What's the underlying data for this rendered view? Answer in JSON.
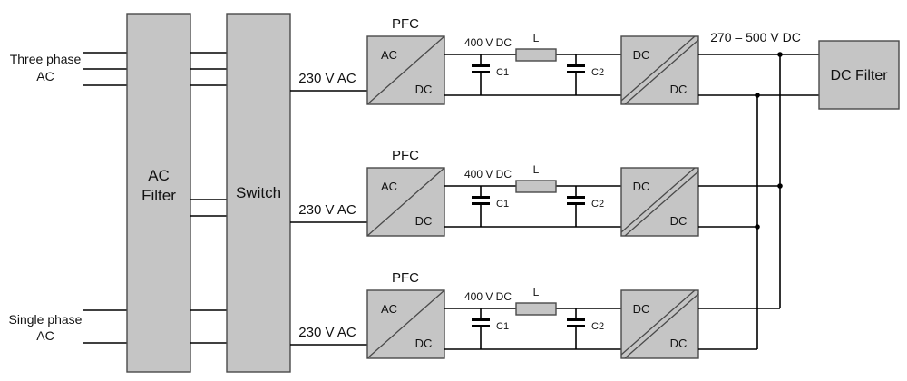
{
  "colors": {
    "background": "#ffffff",
    "block_fill": "#c5c5c5",
    "block_border": "#4a4a4a",
    "wire": "#000000",
    "text": "#111111"
  },
  "inputs": {
    "three_phase": {
      "label_line1": "Three phase",
      "label_line2": "AC"
    },
    "single_phase": {
      "label_line1": "Single phase",
      "label_line2": "AC"
    }
  },
  "blocks": {
    "ac_filter": {
      "label_line1": "AC",
      "label_line2": "Filter"
    },
    "switch": {
      "label": "Switch"
    },
    "dc_filter": {
      "label": "DC Filter"
    }
  },
  "channels": [
    {
      "pfc_title": "PFC",
      "input_voltage": "230 V AC",
      "pfc_top_label": "AC",
      "pfc_bottom_label": "DC",
      "dc_link_voltage": "400 V DC",
      "cap1": "C1",
      "inductor": "L",
      "cap2": "C2",
      "dcdc_top_label": "DC",
      "dcdc_bottom_label": "DC"
    },
    {
      "pfc_title": "PFC",
      "input_voltage": "230 V AC",
      "pfc_top_label": "AC",
      "pfc_bottom_label": "DC",
      "dc_link_voltage": "400 V DC",
      "cap1": "C1",
      "inductor": "L",
      "cap2": "C2",
      "dcdc_top_label": "DC",
      "dcdc_bottom_label": "DC"
    },
    {
      "pfc_title": "PFC",
      "input_voltage": "230 V AC",
      "pfc_top_label": "AC",
      "pfc_bottom_label": "DC",
      "dc_link_voltage": "400 V DC",
      "cap1": "C1",
      "inductor": "L",
      "cap2": "C2",
      "dcdc_top_label": "DC",
      "dcdc_bottom_label": "DC"
    }
  ],
  "output": {
    "voltage_range": "270 – 500 V DC"
  }
}
